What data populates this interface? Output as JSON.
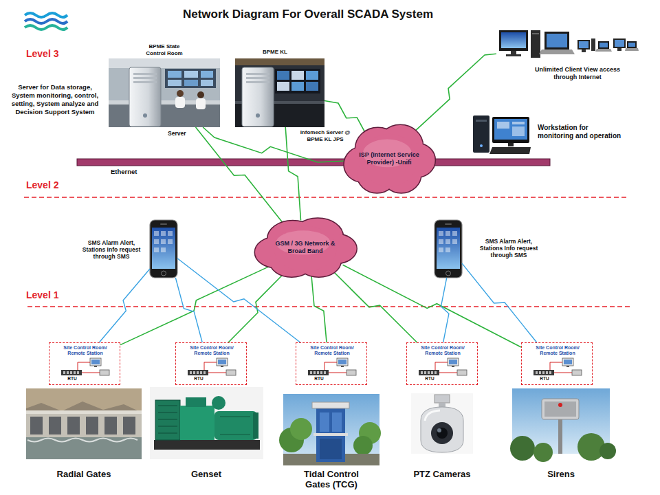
{
  "diagram": {
    "title": "Network Diagram For Overall SCADA System",
    "nodes": [
      {
        "text": [
          "BPME State Control Room",
          "Server"
        ]
      },
      {
        "text": [
          "BPME KL",
          "Infomech Server @ BPME KL JPS"
        ]
      },
      {
        "text": [
          "ISP (Internet Service Provider) -Unifi"
        ]
      },
      {
        "text": [
          "Unlimited Client View access through Internet"
        ]
      },
      {
        "text": [
          "Workstation for monitoring and operation"
        ]
      },
      {
        "text": [
          "SMS Alarm Alert, Stations Info request through SMS"
        ]
      },
      {
        "text": [
          "GSM / 3G Network & Broad Band"
        ]
      },
      {
        "text": [
          "SMS Alarm Alert, Stations Info request through SMS"
        ]
      },
      {
        "text": [
          "Site Control Room/ Remote Station",
          "RTU"
        ]
      },
      {
        "text": [
          "Site Control Room/ Remote Station",
          "RTU"
        ]
      },
      {
        "text": [
          "Site Control Room/ Remote Station",
          "RTU"
        ]
      },
      {
        "text": [
          "Site Control Room/ Remote Station",
          "RTU"
        ]
      },
      {
        "text": [
          "Site Control Room/ Remote Station",
          "RTU"
        ]
      },
      {
        "text": [
          "Radial Gates"
        ]
      },
      {
        "text": [
          "Genset"
        ]
      },
      {
        "text": [
          "Tidal Control Gates (TCG)"
        ]
      },
      {
        "text": [
          "PTZ Cameras"
        ]
      },
      {
        "text": [
          "Sirens"
        ]
      }
    ],
    "edges": [
      {
        "from": 0,
        "to": 2,
        "arrow": "none"
      },
      {
        "from": 0,
        "to": 6,
        "arrow": "none"
      },
      {
        "from": 1,
        "to": 2,
        "arrow": "none"
      },
      {
        "from": 1,
        "to": 6,
        "arrow": "none"
      },
      {
        "from": 2,
        "to": 3,
        "arrow": "none"
      },
      {
        "from": 6,
        "to": 8,
        "arrow": "none"
      },
      {
        "from": 6,
        "to": 9,
        "arrow": "none"
      },
      {
        "from": 6,
        "to": 10,
        "arrow": "none"
      },
      {
        "from": 6,
        "to": 11,
        "arrow": "none"
      },
      {
        "from": 6,
        "to": 12,
        "arrow": "none"
      },
      {
        "from": 5,
        "to": 8,
        "arrow": "none"
      },
      {
        "from": 5,
        "to": 9,
        "arrow": "none"
      },
      {
        "from": 5,
        "to": 10,
        "arrow": "none"
      },
      {
        "from": 7,
        "to": 11,
        "arrow": "none"
      },
      {
        "from": 7,
        "to": 12,
        "arrow": "none"
      }
    ],
    "labels": [
      "Level 3",
      "Server for Data storage, System monitoring, control, setting, System analyze and Decision Support System",
      "Ethernet",
      "Level 2",
      "Level 1"
    ]
  }
}
